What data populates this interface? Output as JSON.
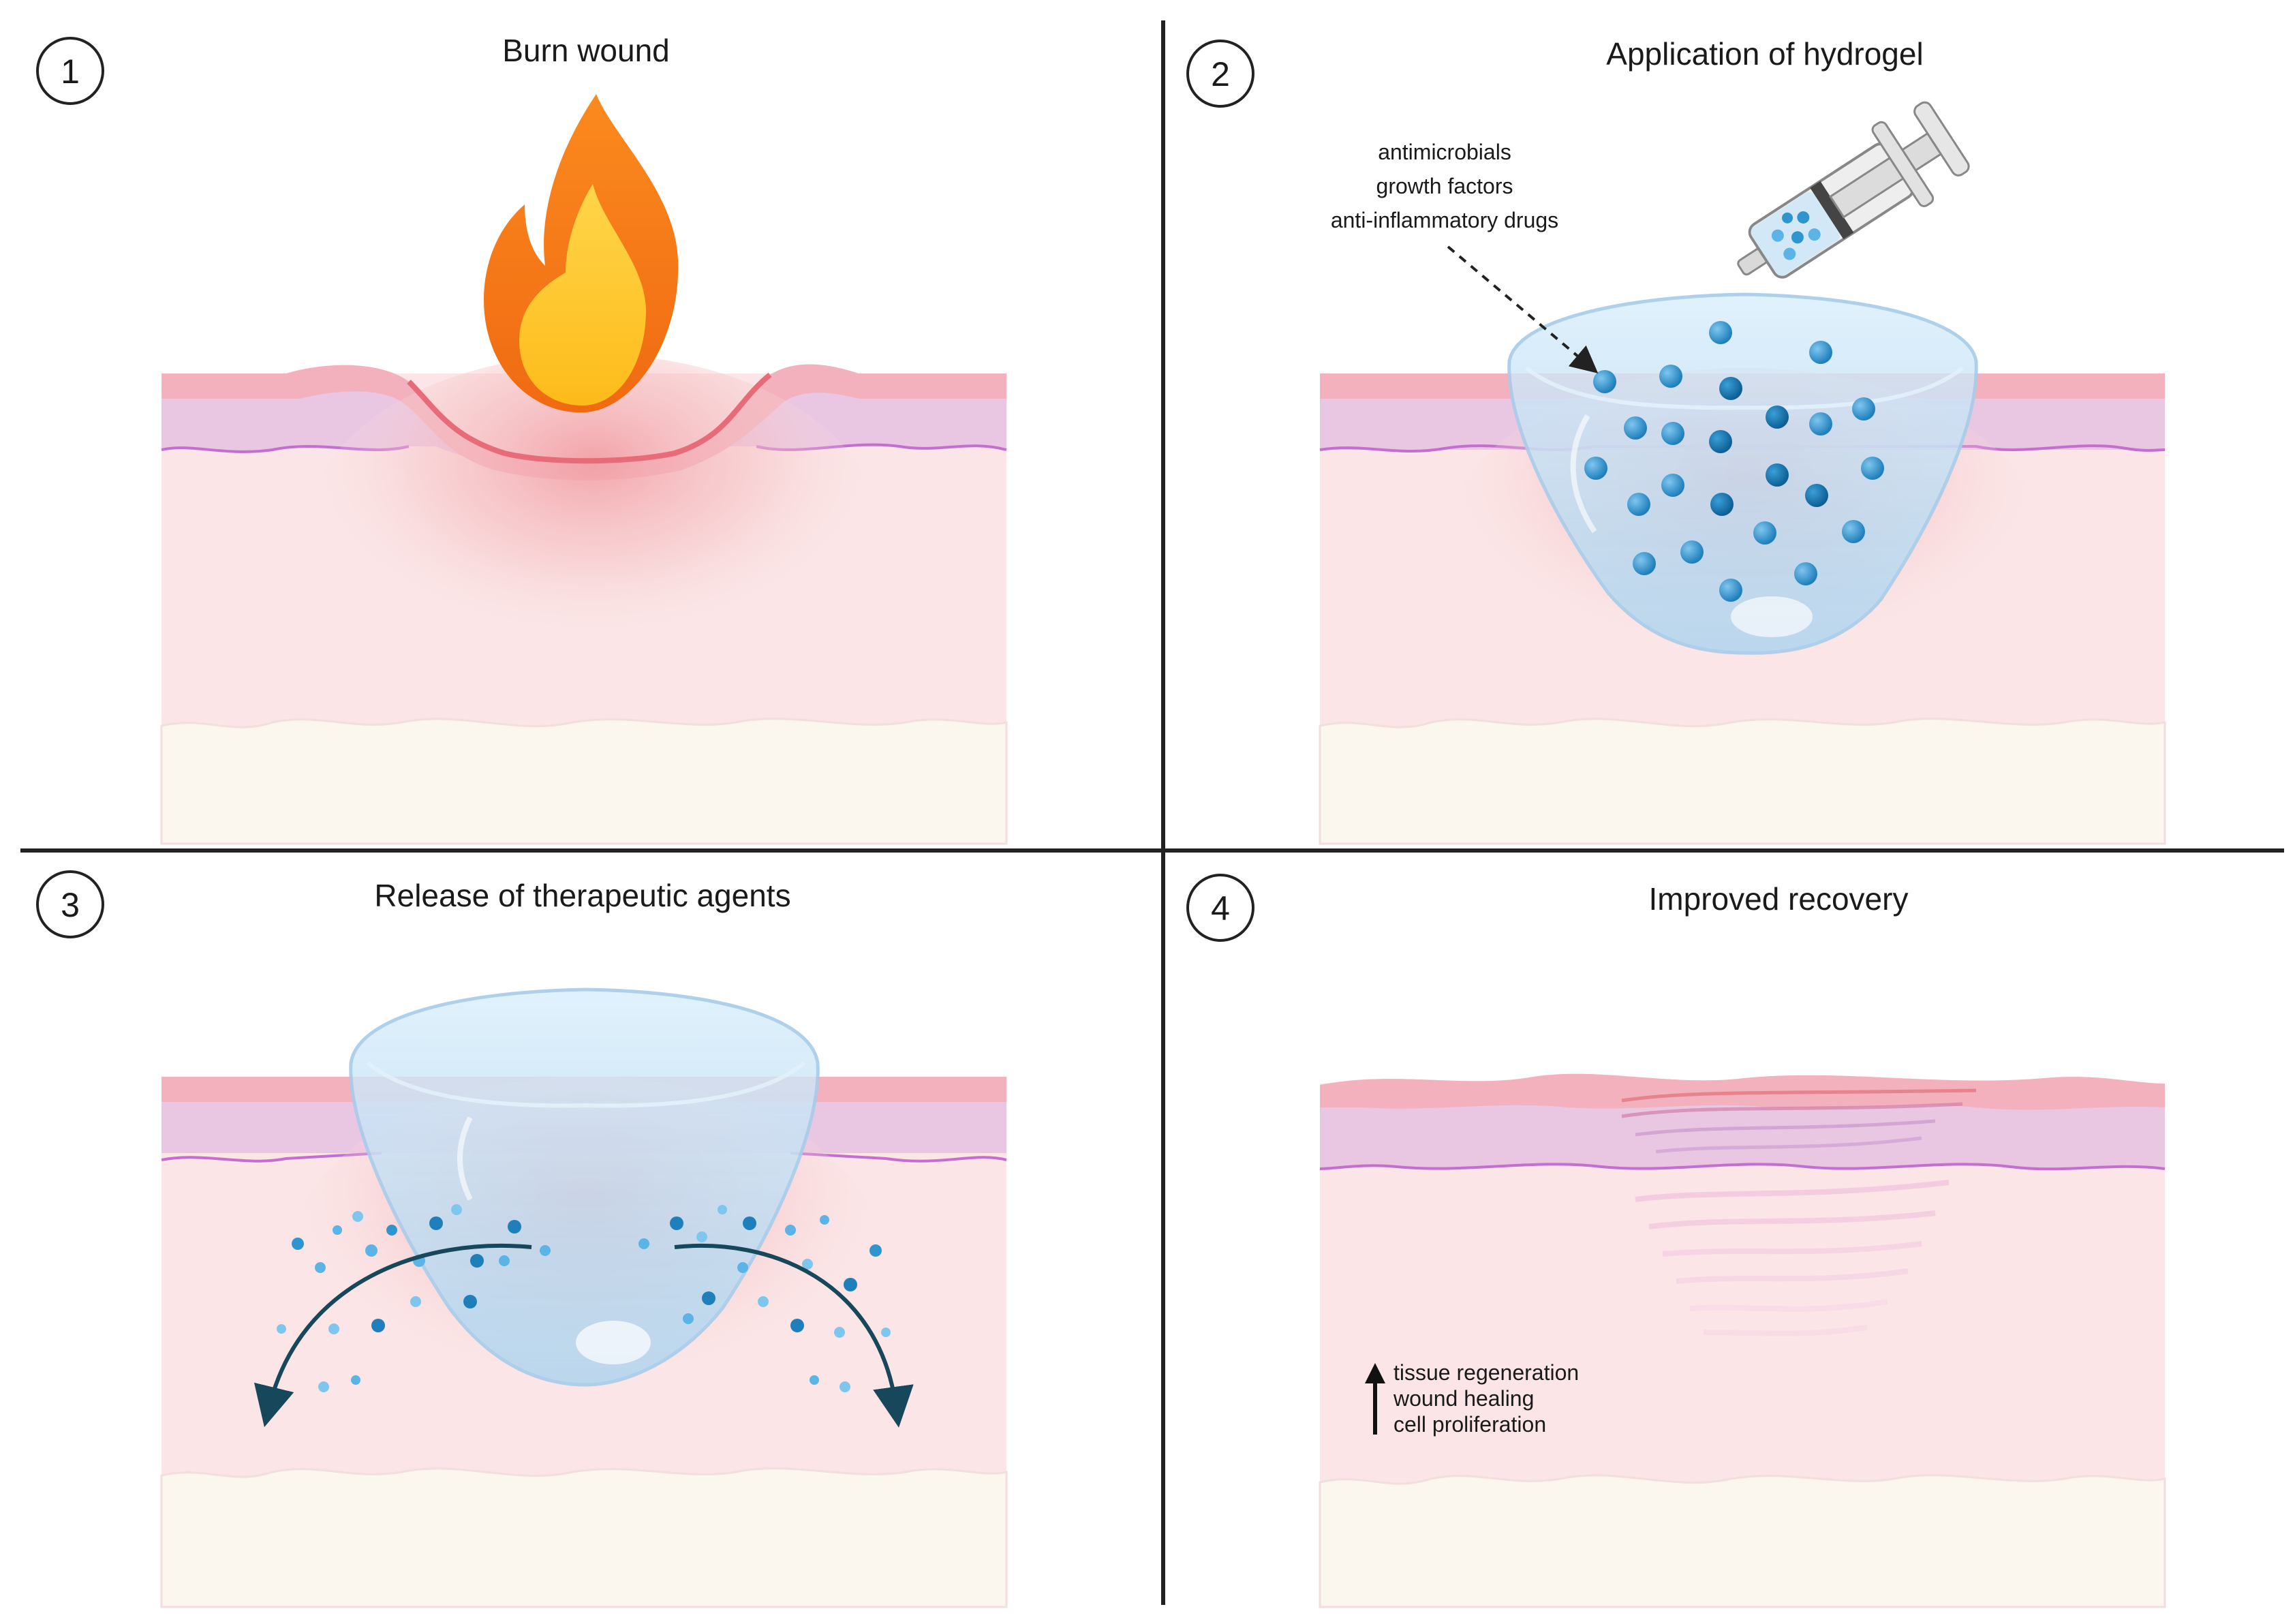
{
  "panels": [
    {
      "number": "1",
      "title": "Burn wound"
    },
    {
      "number": "2",
      "title": "Application of hydrogel"
    },
    {
      "number": "3",
      "title": "Release of therapeutic agents"
    },
    {
      "number": "4",
      "title": "Improved recovery"
    }
  ],
  "panel2_labels": [
    "antimicrobials",
    "growth factors",
    "anti-inflammatory drugs"
  ],
  "panel4_labels": [
    "tissue regeneration",
    "wound healing",
    "cell proliferation"
  ],
  "colors": {
    "epidermis": "#f3c6cf",
    "dermis": "#e9c7e3",
    "tissue": "#fbe5e6",
    "fat": "#fbf6ee",
    "burn": "#f2878f",
    "hydrogel": "#bfe0f5",
    "particle": "#2f95cf",
    "arrow": "#17475a",
    "divider": "#222222"
  },
  "icons": [
    "flame-icon",
    "syringe-icon",
    "up-arrow-icon",
    "curved-arrow-icon"
  ]
}
